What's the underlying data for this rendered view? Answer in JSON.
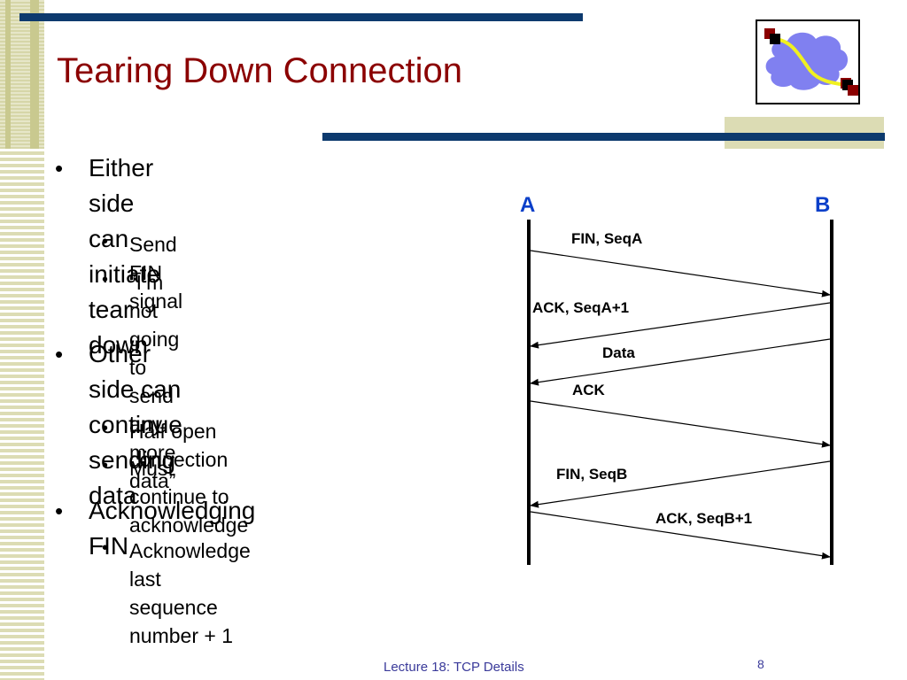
{
  "slide": {
    "title": "Tearing Down Connection",
    "footer": "Lecture 18: TCP Details",
    "page_number": "8"
  },
  "bullets": [
    {
      "level": 1,
      "lines": [
        "Either side can initiate tear",
        "down"
      ]
    },
    {
      "level": 2,
      "lines": [
        "Send FIN signal"
      ]
    },
    {
      "level": 2,
      "lines": [
        "“I’m not going to send any more",
        "data”"
      ]
    },
    {
      "level": 1,
      "lines": [
        "Other side can continue",
        "sending data"
      ]
    },
    {
      "level": 2,
      "lines": [
        "Half open connection"
      ]
    },
    {
      "level": 2,
      "lines": [
        "Must continue to acknowledge"
      ]
    },
    {
      "level": 1,
      "lines": [
        "Acknowledging FIN"
      ]
    },
    {
      "level": 2,
      "lines": [
        "Acknowledge last sequence",
        "number + 1"
      ]
    }
  ],
  "diagram": {
    "node_a": "A",
    "node_b": "B",
    "messages": [
      {
        "label": "FIN, SeqA",
        "direction": "A-to-B"
      },
      {
        "label": "ACK, SeqA+1",
        "direction": "B-to-A"
      },
      {
        "label": "Data",
        "direction": "B-to-A"
      },
      {
        "label": "ACK",
        "direction": "A-to-B"
      },
      {
        "label": "FIN, SeqB",
        "direction": "B-to-A"
      },
      {
        "label": "ACK, SeqB+1",
        "direction": "A-to-B"
      }
    ]
  },
  "colors": {
    "title": "#8b0000",
    "bars": "#0d3a6e",
    "node_labels": "#0b3fc9",
    "stripe": "#dcdcb4"
  },
  "icons": {
    "logo": "network-cloud-icon"
  }
}
